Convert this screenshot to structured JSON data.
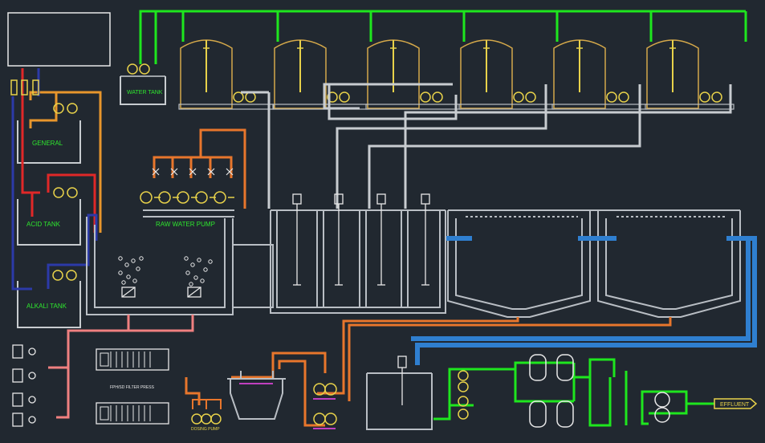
{
  "labels": {
    "water_tank": "WATER TANK",
    "general": "GENERAL",
    "acid_tank": "ACID TANK",
    "alkali_tank": "ALKALI TANK",
    "raw_water_pump": "RAW WATER PUMP",
    "filter_press": "FPH/SD FILTER PRESS",
    "dosing_pump": "DOSING PUMP",
    "effluent": "EFFLUENT"
  },
  "colors": {
    "background": "#212830",
    "green_line": "#1ee61e",
    "grey_line": "#c8ccd0",
    "orange_line": "#e8762c",
    "blue_line": "#2f7fd0",
    "red_line": "#e02828",
    "navy_line": "#2c3aa8",
    "pink_line": "#f08080",
    "yellow_equipment": "#e8d24a",
    "tank_outline": "#d4a84a",
    "structure": "#b9bec4"
  },
  "icons": {
    "pump": "pump-icon",
    "valve": "valve-icon",
    "agitator": "agitator-icon",
    "diffuser": "diffuser-icon"
  }
}
